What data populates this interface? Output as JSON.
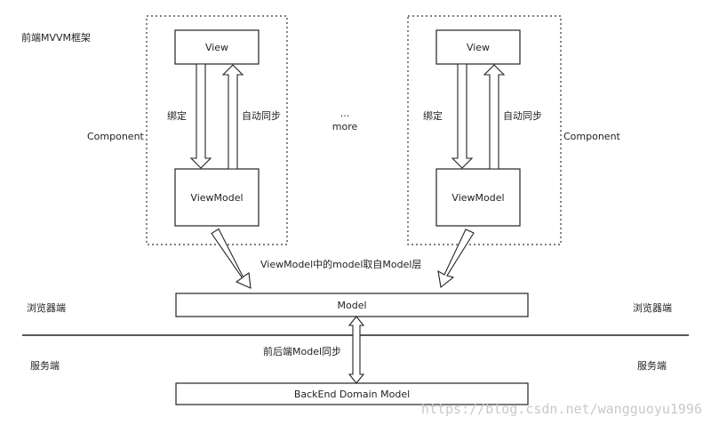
{
  "frame_title": "前端MVVM框架",
  "components": [
    {
      "label": "Component",
      "view": "View",
      "viewmodel": "ViewModel",
      "bind_label": "绑定",
      "sync_label": "自动同步"
    },
    {
      "label": "Component",
      "view": "View",
      "viewmodel": "ViewModel",
      "bind_label": "绑定",
      "sync_label": "自动同步"
    }
  ],
  "ellipsis": "...",
  "more": "more",
  "model_source_label": "ViewModel中的model取自Model层",
  "model": "Model",
  "browser_side": "浏览器端",
  "server_side": "服务端",
  "frontback_sync_label": "前后端Model同步",
  "backend_model": "BackEnd Domain Model",
  "watermark": "https://blog.csdn.net/wangguoyu1996"
}
